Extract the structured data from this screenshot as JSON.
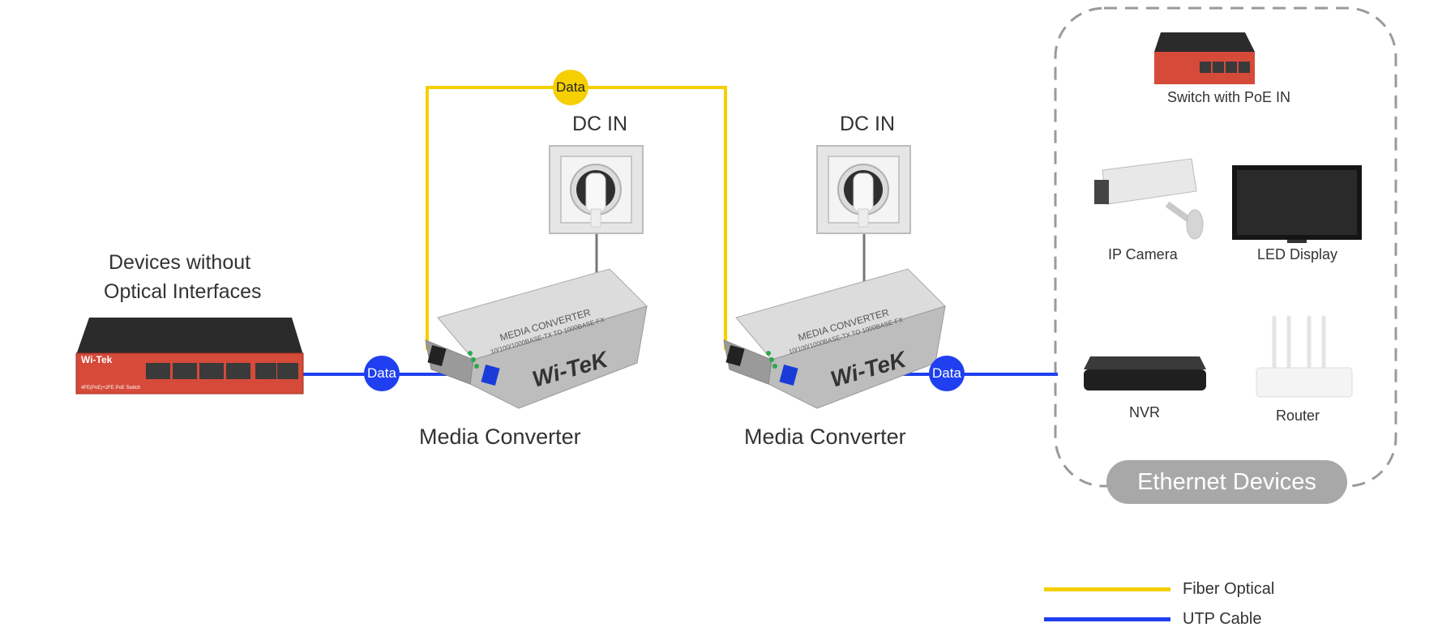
{
  "labels": {
    "devices_without_optical": [
      "Devices without",
      "Optical Interfaces"
    ],
    "dc_in": "DC IN",
    "media_converter": "Media Converter",
    "data": "Data",
    "switch_poe": "Switch with PoE IN",
    "ip_camera": "IP Camera",
    "led_display": "LED Display",
    "nvr": "NVR",
    "router": "Router",
    "ethernet_devices": "Ethernet Devices"
  },
  "device_text": {
    "brand": "Wi-Tek",
    "converter_title": "MEDIA CONVERTER",
    "converter_spec": "10/100/1000BASE-TX TO 1000BASE-FX",
    "converter_brand": "Wi-TeK",
    "switch_caption": "4FE(PoE)+2FE PoE Switch"
  },
  "legend": [
    {
      "label": "Fiber Optical",
      "color": "#f5cf00"
    },
    {
      "label": "UTP Cable",
      "color": "#1f3ff0"
    }
  ],
  "colors": {
    "fiber": "#f5cf00",
    "utp": "#1f3ff0",
    "switch_red": "#d64a3a",
    "switch_dark": "#2b2b2b",
    "pill_gray": "#a8a8a8"
  }
}
